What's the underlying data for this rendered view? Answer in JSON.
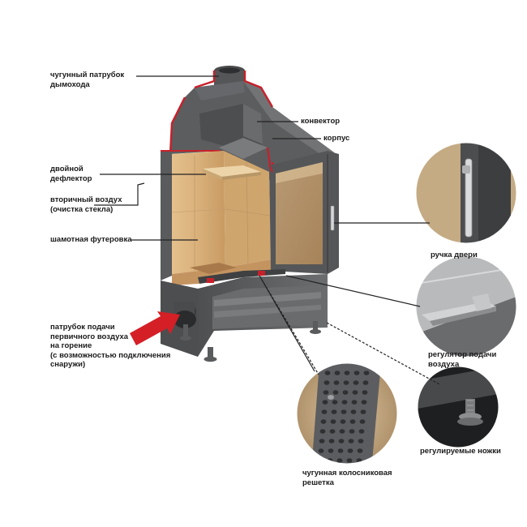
{
  "labels": {
    "chimney_pipe": [
      "чугунный патрубок",
      "дымохода"
    ],
    "convector": "конвектор",
    "body": "корпус",
    "double_deflector": [
      "двойной",
      "дефлектор"
    ],
    "secondary_air": [
      "вторичный воздух",
      "(очистка стекла)"
    ],
    "chamotte_lining": "шамотная футеровка",
    "door_handle": "ручка двери",
    "primary_air_inlet": [
      "патрубок подачи",
      "первичного воздуха",
      "на горение",
      "(с возможностью подключения",
      "снаружи)"
    ],
    "air_regulator": [
      "регулятор подачи",
      "воздуха"
    ],
    "grate": [
      "чугунная колосниковая",
      "решетка"
    ],
    "adjustable_legs": "регулируемые ножки"
  },
  "colors": {
    "steel": "#5f6062",
    "steel_dark": "#3f4042",
    "steel_light": "#8a8b8d",
    "chamotte": "#d8b27e",
    "chamotte_shade": "#b88c58",
    "seal_red": "#c8202a",
    "arrow_red": "#d41f26",
    "leader": "#222222"
  },
  "icons": [
    "red-arrow-icon",
    "door-handle-detail",
    "air-regulator-detail",
    "grate-detail",
    "adjustable-leg-detail"
  ]
}
